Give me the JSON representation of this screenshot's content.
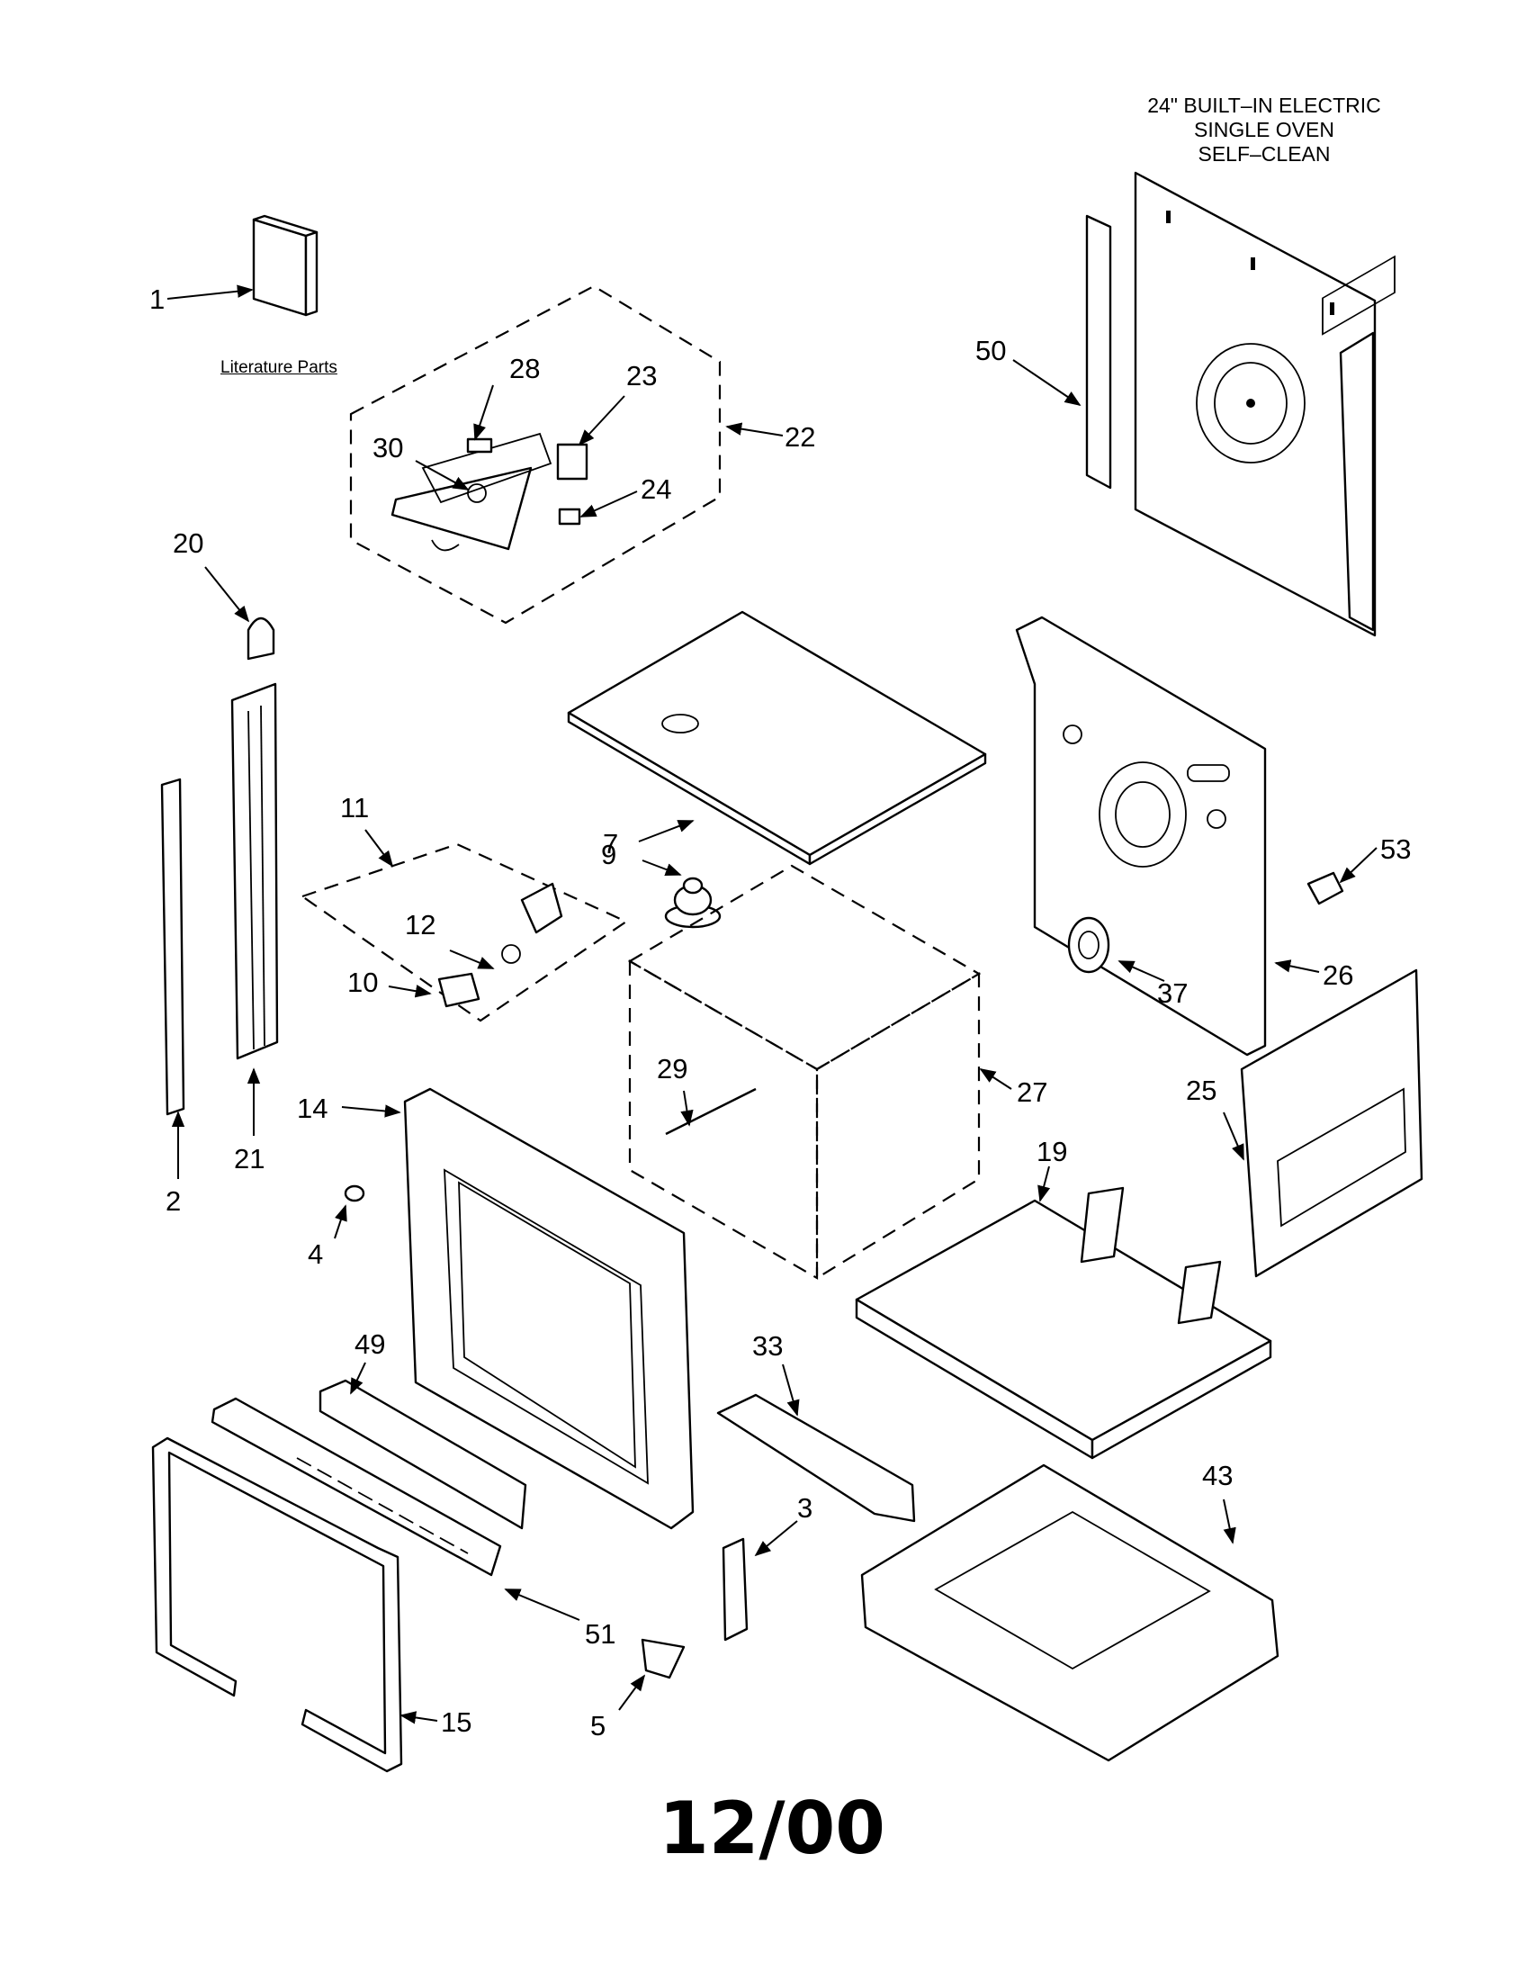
{
  "title": {
    "line1": "24\" BUILT–IN ELECTRIC",
    "line2": "SINGLE OVEN",
    "line3": "SELF–CLEAN"
  },
  "literature_label": "Literature Parts",
  "date_stamp": "12/00",
  "callouts": {
    "c1": "1",
    "c2": "2",
    "c3": "3",
    "c4": "4",
    "c5": "5",
    "c7": "7",
    "c9": "9",
    "c10": "10",
    "c11": "11",
    "c12": "12",
    "c14": "14",
    "c15": "15",
    "c19": "19",
    "c20": "20",
    "c21": "21",
    "c22": "22",
    "c23": "23",
    "c24": "24",
    "c25": "25",
    "c26": "26",
    "c27": "27",
    "c28": "28",
    "c29": "29",
    "c30": "30",
    "c33": "33",
    "c37": "37",
    "c43": "43",
    "c49": "49",
    "c50": "50",
    "c51": "51",
    "c53": "53"
  }
}
